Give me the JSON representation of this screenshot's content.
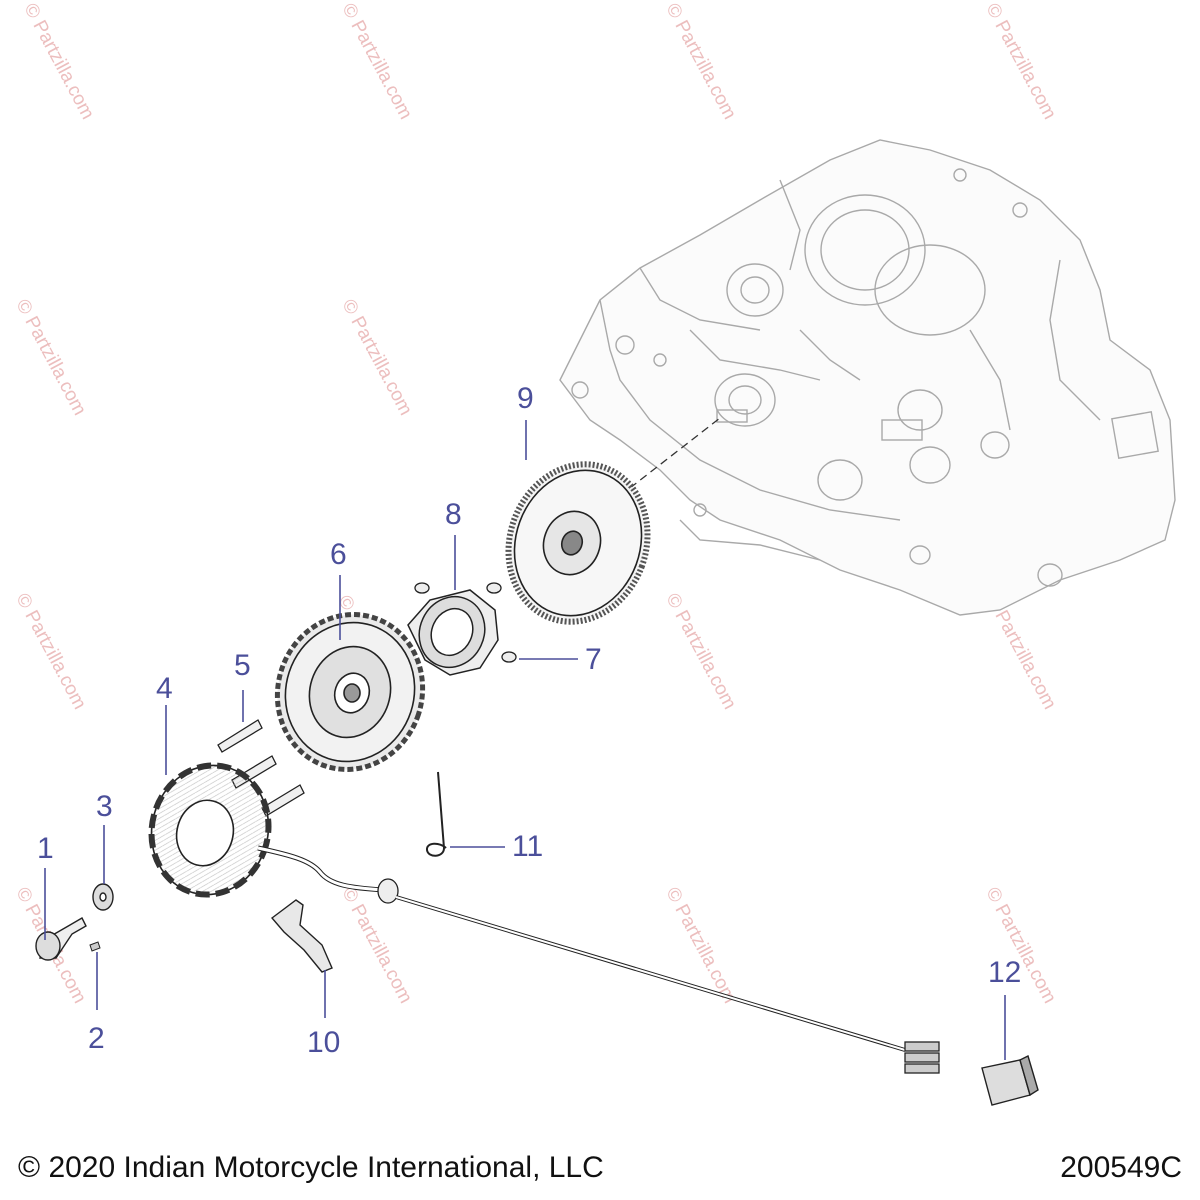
{
  "watermark": "© Partzilla.com",
  "callouts": [
    "1",
    "2",
    "3",
    "4",
    "5",
    "6",
    "7",
    "8",
    "9",
    "10",
    "11",
    "12"
  ],
  "footer": {
    "copyright": "© 2020 Indian Motorcycle International, LLC",
    "diagram_id": "200549C"
  },
  "colors": {
    "callout": "#4b4f9a",
    "line": "#222222",
    "watermark": "#e6a9a9"
  }
}
